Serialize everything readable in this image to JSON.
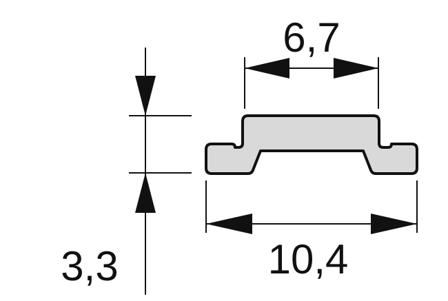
{
  "dimensions": {
    "top_width": "6,7",
    "bottom_width": "10,4",
    "height": "3,3"
  },
  "colors": {
    "profile_fill": "#d9d9d9",
    "line": "#111111",
    "background": "#ffffff"
  }
}
